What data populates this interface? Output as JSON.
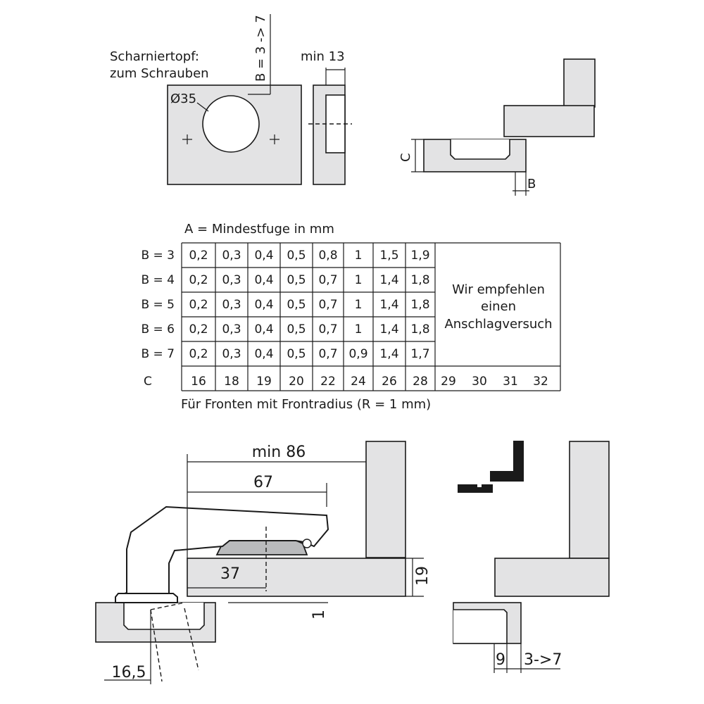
{
  "top_left": {
    "cup_title_line1": "Scharniertopf:",
    "cup_title_line2": "zum Schrauben",
    "cup_diameter": "Ø35",
    "b_range": "B = 3 -> 7",
    "min_depth": "min 13"
  },
  "top_right": {
    "c_label": "C",
    "b_label": "B"
  },
  "table": {
    "caption": "A = Mindestfuge in mm",
    "rows": [
      {
        "label": "B = 3",
        "values": [
          "0,2",
          "0,3",
          "0,4",
          "0,5",
          "0,8",
          "1",
          "1,5",
          "1,9"
        ]
      },
      {
        "label": "B = 4",
        "values": [
          "0,2",
          "0,3",
          "0,4",
          "0,5",
          "0,7",
          "1",
          "1,4",
          "1,8"
        ]
      },
      {
        "label": "B = 5",
        "values": [
          "0,2",
          "0,3",
          "0,4",
          "0,5",
          "0,7",
          "1",
          "1,4",
          "1,8"
        ]
      },
      {
        "label": "B = 6",
        "values": [
          "0,2",
          "0,3",
          "0,4",
          "0,5",
          "0,7",
          "1",
          "1,4",
          "1,8"
        ]
      },
      {
        "label": "B = 7",
        "values": [
          "0,2",
          "0,3",
          "0,4",
          "0,5",
          "0,7",
          "0,9",
          "1,4",
          "1,7"
        ]
      }
    ],
    "c_row_label": "C",
    "c_values": [
      "16",
      "18",
      "19",
      "20",
      "22",
      "24",
      "26",
      "28"
    ],
    "c_values_extra": [
      "29",
      "30",
      "31",
      "32"
    ],
    "recommend_line1": "Wir empfehlen",
    "recommend_line2": "einen",
    "recommend_line3": "Anschlagversuch",
    "footnote": "Für Fronten mit Frontradius (R = 1 mm)"
  },
  "bottom_left": {
    "dim_min86": "min 86",
    "dim_67": "67",
    "dim_37": "37",
    "dim_19": "19",
    "dim_1": "1",
    "dim_16_5": "16,5"
  },
  "bottom_right": {
    "dim_9": "9",
    "dim_3_7": "3->7"
  }
}
